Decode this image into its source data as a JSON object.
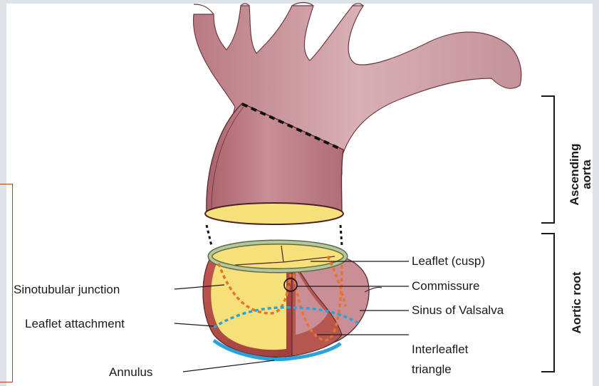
{
  "labels": {
    "leaflet_cusp": "Leaflet (cusp)",
    "commissure": "Commissure",
    "sinus_valsalva": "Sinus of Valsalva",
    "interleaflet_1": "Interleaflet",
    "interleaflet_2": "triangle",
    "sinotubular_junction": "Sinotubular junction",
    "leaflet_attachment": "Leaflet attachment",
    "annulus": "Annulus"
  },
  "brackets": {
    "ascending_aorta_1": "Ascending",
    "ascending_aorta_2": "aorta",
    "aortic_root": "Aortic root"
  },
  "colors": {
    "aorta_light": "#c99aa2",
    "aorta_dark": "#a8636c",
    "aorta_outline": "#5a2a2e",
    "lumen_yellow": "#f6e07a",
    "sinus_red": "#b84a44",
    "ring_green": "#b7c79a",
    "dashed_orange": "#e8742a",
    "dashed_blue": "#2aa3dc",
    "annulus_blue": "#2aa3dc",
    "background": "#dde3e7"
  }
}
